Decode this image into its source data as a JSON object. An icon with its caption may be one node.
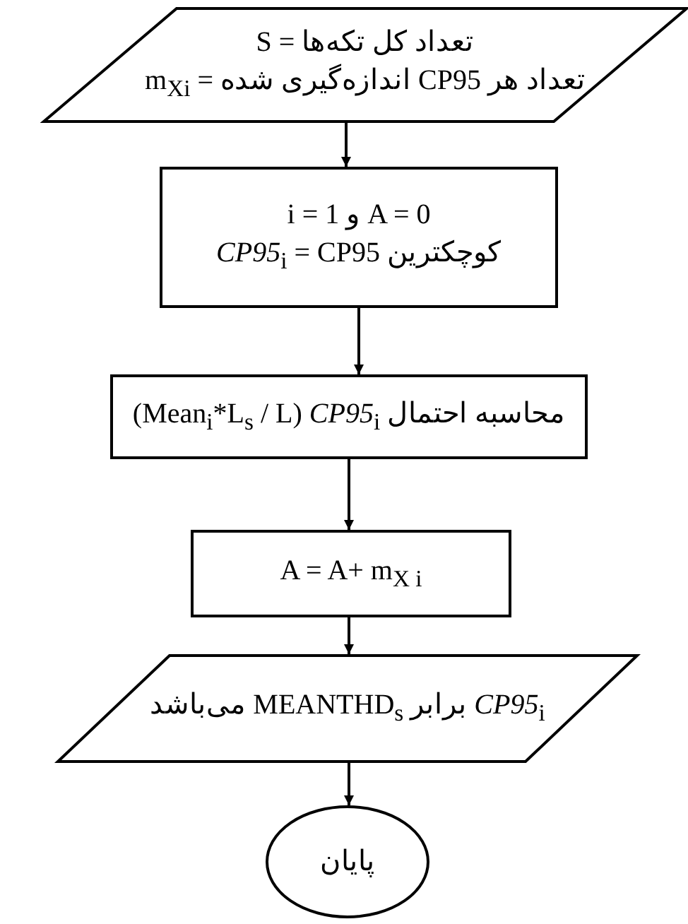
{
  "diagram": {
    "nodes": [
      {
        "text": [
          "S = تعداد کل تکه‌ها",
          "تعداد هر CP95 اندازه‌گیری شده = m$_{Xi}$"
        ]
      },
      {
        "text": [
          "i = 1 و A = 0",
          "*CP95*$_{i}$ =  CP95 کوچکترین"
        ]
      },
      {
        "text": [
          "(Mean$_{i}$*L$_{s}$ / L)  *CP95*$_{i}$ محاسبه احتمال"
        ]
      },
      {
        "text": [
          "A = A+ m$_{X i}$"
        ]
      },
      {
        "text": [
          "*CP95*$_{i}$ برابر MEANTHD$_{s}$ می‌باشد"
        ]
      },
      {
        "text": [
          "پایان"
        ]
      }
    ],
    "edges": [
      {
        "from": 0,
        "to": 1,
        "arrow": "to"
      },
      {
        "from": 1,
        "to": 2,
        "arrow": "to"
      },
      {
        "from": 2,
        "to": 3,
        "arrow": "to"
      },
      {
        "from": 3,
        "to": 4,
        "arrow": "to"
      },
      {
        "from": 4,
        "to": 5,
        "arrow": "to"
      }
    ]
  }
}
